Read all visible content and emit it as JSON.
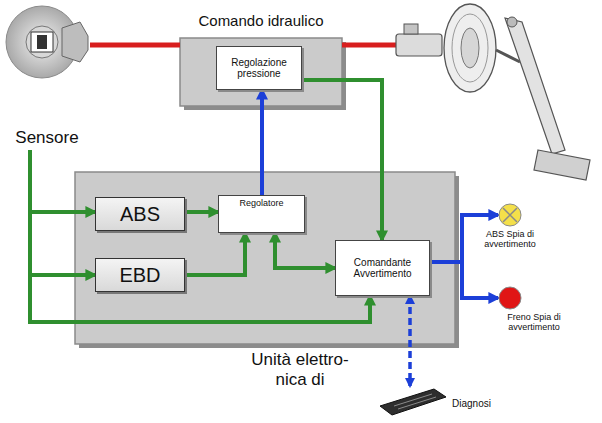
{
  "diagram": {
    "nodes": [
      {
        "text": [
          "Sensore"
        ]
      },
      {
        "text": [
          "Comando idraulico"
        ]
      },
      {
        "text": [
          "Regolazione pressione"
        ],
        "in": 1
      },
      {
        "text": [
          "Unità elettro- nica di"
        ]
      },
      {
        "text": [
          "ABS"
        ],
        "in": 3
      },
      {
        "text": [
          "Regolatore"
        ],
        "in": 3
      },
      {
        "text": [
          "EBD"
        ],
        "in": 3
      },
      {
        "text": [
          "Comandante Avvertimento"
        ],
        "in": 3
      },
      {
        "text": [
          "ABS Spia di avvertimento"
        ]
      },
      {
        "text": [
          "Freno Spia di avvertimento"
        ]
      },
      {
        "text": [
          "Diagnosi"
        ]
      }
    ],
    "edges": [
      {
        "from": 0,
        "to": 1,
        "arrow": "none"
      },
      {
        "from": 0,
        "to": 4,
        "arrow": "to"
      },
      {
        "from": 0,
        "to": 6,
        "arrow": "to"
      },
      {
        "from": 0,
        "to": 7,
        "arrow": "to"
      },
      {
        "from": 4,
        "to": 5,
        "arrow": "to"
      },
      {
        "from": 6,
        "to": 5,
        "arrow": "to"
      },
      {
        "from": 5,
        "to": 2,
        "arrow": "to"
      },
      {
        "from": 2,
        "to": 7,
        "arrow": "to"
      },
      {
        "from": 5,
        "to": 7,
        "arrow": "both"
      },
      {
        "from": 7,
        "to": 8,
        "arrow": "to"
      },
      {
        "from": 7,
        "to": 9,
        "arrow": "to"
      },
      {
        "from": 7,
        "to": 10,
        "arrow": "both"
      }
    ]
  }
}
